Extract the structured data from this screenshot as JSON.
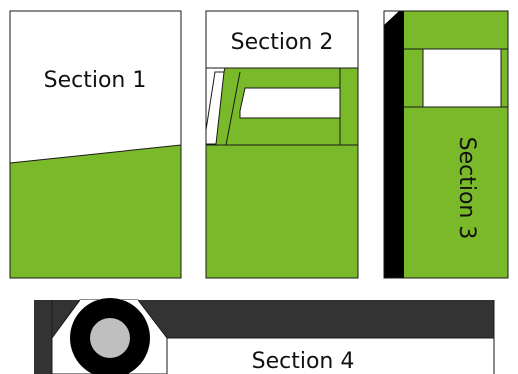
{
  "sections": [
    {
      "label": "Section 1"
    },
    {
      "label": "Section 2"
    },
    {
      "label": "Section 3"
    },
    {
      "label": "Section 4"
    }
  ],
  "colors": {
    "green": "#7ab929",
    "black": "#000000",
    "dark": "#333333",
    "window": "#ffffff",
    "hub": "#bfbfbf",
    "outline": "#1a1a1a"
  }
}
